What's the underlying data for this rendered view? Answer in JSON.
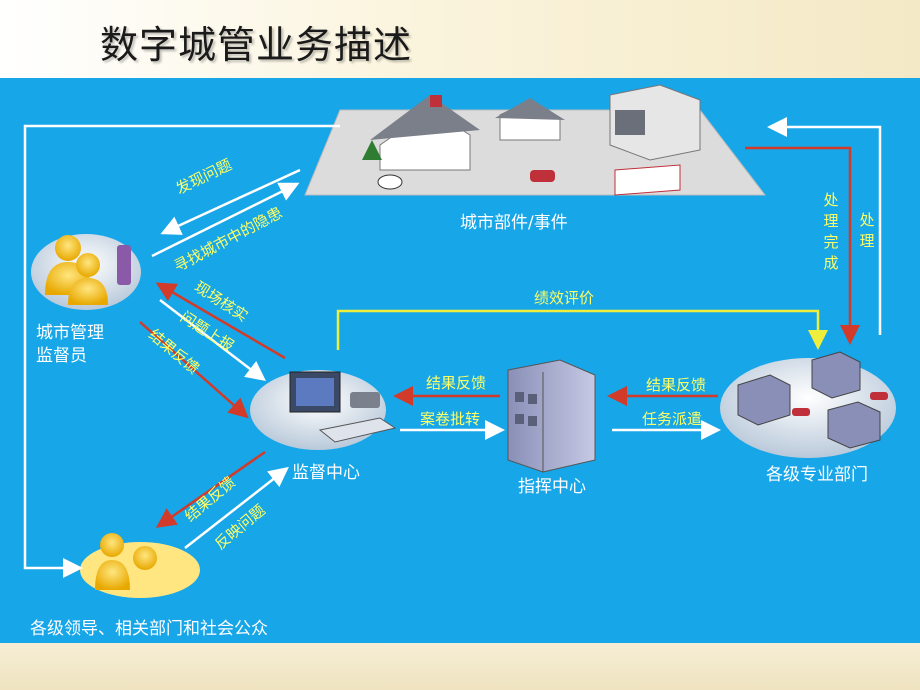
{
  "title": "数字城管业务描述",
  "nodes": {
    "city": "城市部件/事件",
    "monitor": "城市管理\n监督员",
    "supervise": "监督中心",
    "command": "指挥中心",
    "depts": "各级专业部门",
    "public": "各级领导、相关部门和社会公众"
  },
  "edges": {
    "discover": "发现问题",
    "seek": "寻找城市中的隐患",
    "verify": "现场核实",
    "report": "问题上报",
    "feedback_monitor": "结果反馈",
    "feedback_public": "结果反馈",
    "reflect": "反映问题",
    "perf": "绩效评价",
    "fb_cmd_sup": "结果反馈",
    "case": "案卷批转",
    "fb_dept_cmd": "结果反馈",
    "dispatch": "任务派遣",
    "done": "处理完成",
    "handle": "处理"
  },
  "colors": {
    "panel": "#17a6e8",
    "red_arrow": "#d23a2a",
    "white_arrow": "#ffffff",
    "yellow_line": "#f0ee3c",
    "label_yellow": "#ffff66"
  },
  "icons": [
    "city-scene",
    "user-phone-icon",
    "public-group-icon",
    "computer-icon",
    "building-icon",
    "dept-buildings-icon"
  ]
}
